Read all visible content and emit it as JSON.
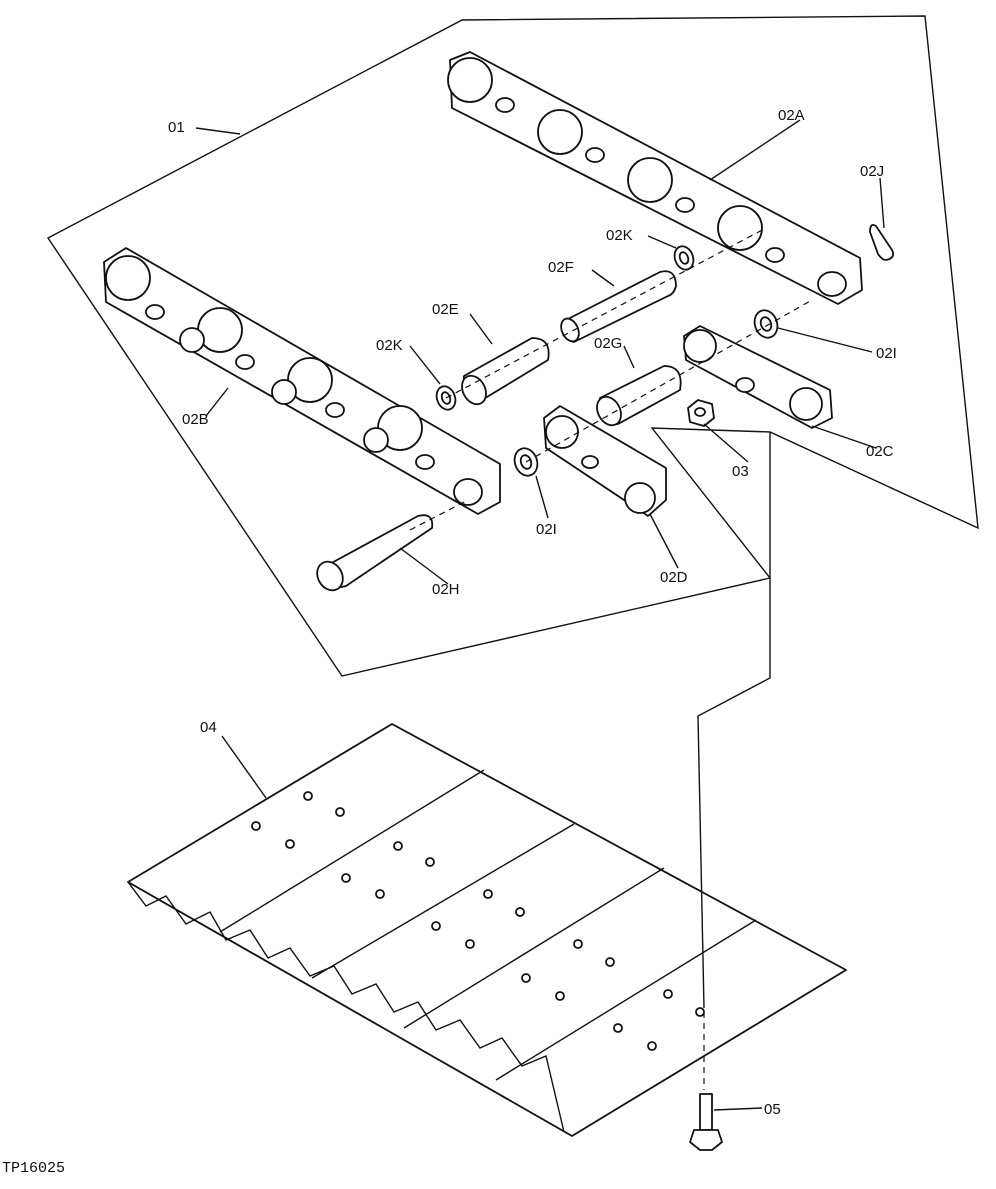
{
  "labels": {
    "l01": "01",
    "l02A": "02A",
    "l02J": "02J",
    "l02K_top": "02K",
    "l02F": "02F",
    "l02E": "02E",
    "l02K_left": "02K",
    "l02G": "02G",
    "l02I_right": "02I",
    "l02B": "02B",
    "l02C": "02C",
    "l03": "03",
    "l02I_mid": "02I",
    "l02D": "02D",
    "l02H": "02H",
    "l04": "04",
    "l05": "05"
  },
  "caption": "TP16025"
}
